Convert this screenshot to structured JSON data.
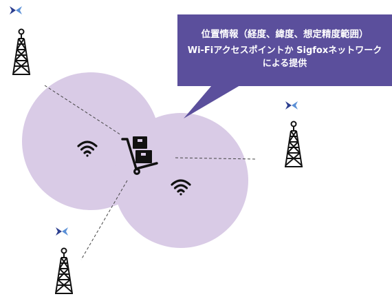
{
  "callout": {
    "title": "位置情報（経度、緯度、想定精度範囲）",
    "line1": "Wi-Fiアクセスポイントか Sigfoxネットワーク",
    "line2": "による提供"
  },
  "colors": {
    "coverage": "#d9cbe6",
    "callout_bg": "#5b4f9c",
    "callout_text": "#ffffff",
    "icon": "#111111",
    "sigfox_dark": "#2c3e8f",
    "sigfox_light": "#5a8fd6"
  },
  "icons": {
    "antenna_towers": 3,
    "sigfox_logos": 3,
    "wifi_signals": 2,
    "tracked_asset": "hand-truck-with-boxes-icon"
  }
}
